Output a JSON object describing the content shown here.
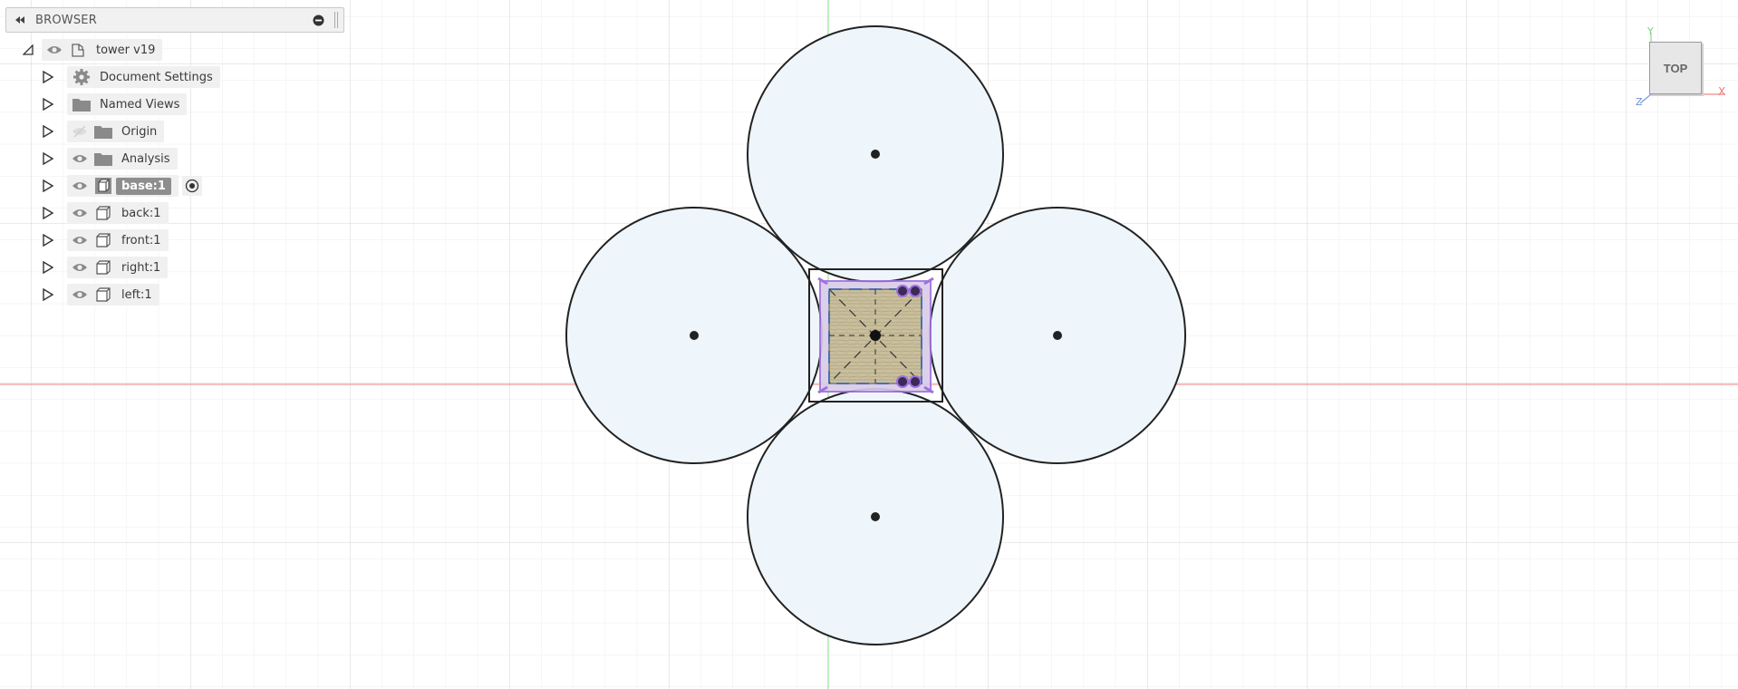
{
  "browser": {
    "title": "BROWSER",
    "root": {
      "label": "tower v19"
    },
    "items": [
      {
        "label": "Document Settings",
        "icon": "gear-icon"
      },
      {
        "label": "Named Views",
        "icon": "folder-icon"
      },
      {
        "label": "Origin",
        "icon": "folder-icon",
        "visible": false
      },
      {
        "label": "Analysis",
        "icon": "folder-icon"
      },
      {
        "label": "base:1",
        "icon": "component-icon",
        "active": true
      },
      {
        "label": "back:1",
        "icon": "component-icon"
      },
      {
        "label": "front:1",
        "icon": "component-icon"
      },
      {
        "label": "right:1",
        "icon": "component-icon"
      },
      {
        "label": "left:1",
        "icon": "component-icon"
      }
    ]
  },
  "viewcube": {
    "face_label": "TOP",
    "axis_y": "Y",
    "axis_x": "X",
    "axis_z": "Z"
  },
  "colors": {
    "grid_minor": "#ebebeb",
    "grid_major": "#d6d6d6",
    "axis_x": "#f08a8a",
    "axis_y": "#9be39b",
    "circle_fill": "#eef6fb",
    "sketch_line": "#222222",
    "profile": "#a070e0"
  }
}
